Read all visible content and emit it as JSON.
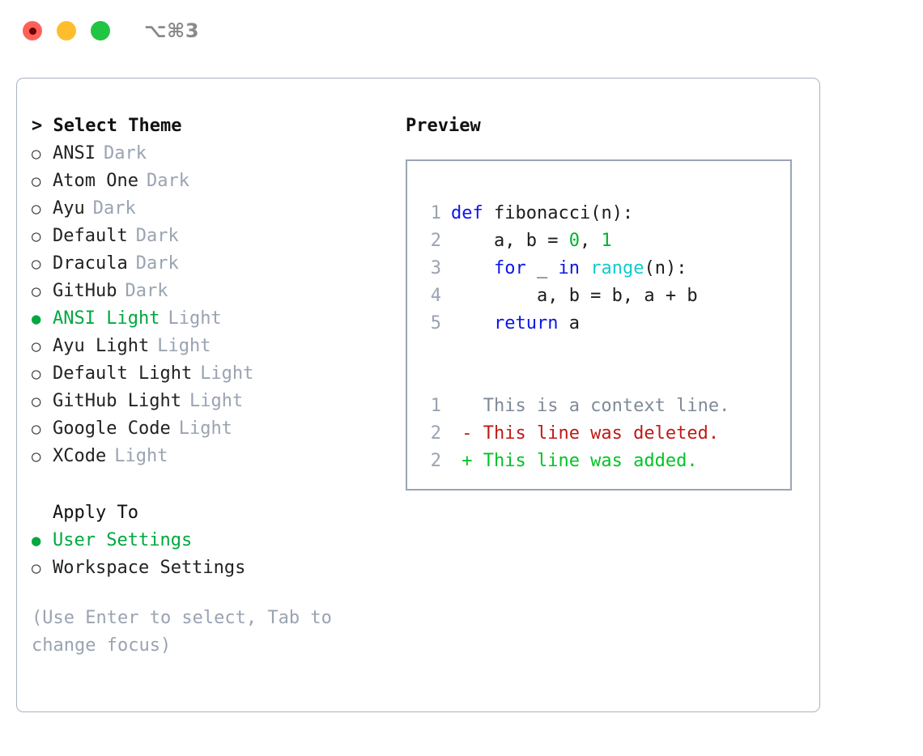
{
  "window": {
    "shortcut_label": "⌥⌘3",
    "traffic_lights": [
      {
        "name": "close",
        "color": "#ff6159",
        "recording": true
      },
      {
        "name": "minimize",
        "color": "#ffbd2e",
        "recording": false
      },
      {
        "name": "maximize",
        "color": "#22c543",
        "recording": false
      }
    ]
  },
  "colors": {
    "accent_green": "#00a83f",
    "muted": "#9aa3b2",
    "border": "#a9b2c0",
    "code_border": "#9aa5b5",
    "keyword": "#0b16e8",
    "number": "#00b32c",
    "function": "#12cccc",
    "diff_context": "#808a98",
    "diff_deleted": "#c01a16",
    "diff_added": "#00c425"
  },
  "theme_selector": {
    "caret": ">",
    "title": "Select Theme",
    "bullet_unselected": "○",
    "bullet_selected": "●",
    "items": [
      {
        "label": "ANSI",
        "suffix": "Dark",
        "selected": false
      },
      {
        "label": "Atom One",
        "suffix": "Dark",
        "selected": false
      },
      {
        "label": "Ayu",
        "suffix": "Dark",
        "selected": false
      },
      {
        "label": "Default",
        "suffix": "Dark",
        "selected": false
      },
      {
        "label": "Dracula",
        "suffix": "Dark",
        "selected": false
      },
      {
        "label": "GitHub",
        "suffix": "Dark",
        "selected": false
      },
      {
        "label": "ANSI Light",
        "suffix": "Light",
        "selected": true
      },
      {
        "label": "Ayu Light",
        "suffix": "Light",
        "selected": false
      },
      {
        "label": "Default Light",
        "suffix": "Light",
        "selected": false
      },
      {
        "label": "GitHub Light",
        "suffix": "Light",
        "selected": false
      },
      {
        "label": "Google Code",
        "suffix": "Light",
        "selected": false
      },
      {
        "label": "XCode",
        "suffix": "Light",
        "selected": false
      }
    ]
  },
  "apply_to": {
    "title": "Apply To",
    "items": [
      {
        "label": "User Settings",
        "selected": true
      },
      {
        "label": "Workspace Settings",
        "selected": false
      }
    ]
  },
  "hint": "(Use Enter to select, Tab to\nchange focus)",
  "preview": {
    "title": "Preview",
    "code_lines": [
      {
        "number": "1",
        "tokens": [
          {
            "t": "def",
            "c": "kw"
          },
          {
            "t": " fibonacci(n):",
            "c": "pl"
          }
        ]
      },
      {
        "number": "2",
        "tokens": [
          {
            "t": "    a, b = ",
            "c": "pl"
          },
          {
            "t": "0",
            "c": "num"
          },
          {
            "t": ", ",
            "c": "pl"
          },
          {
            "t": "1",
            "c": "num"
          }
        ]
      },
      {
        "number": "3",
        "tokens": [
          {
            "t": "    ",
            "c": "pl"
          },
          {
            "t": "for",
            "c": "kw"
          },
          {
            "t": " _ ",
            "c": "pl"
          },
          {
            "t": "in",
            "c": "kw"
          },
          {
            "t": " ",
            "c": "pl"
          },
          {
            "t": "range",
            "c": "fn"
          },
          {
            "t": "(n):",
            "c": "pl"
          }
        ]
      },
      {
        "number": "4",
        "tokens": [
          {
            "t": "        a, b = b, a + b",
            "c": "pl"
          }
        ]
      },
      {
        "number": "5",
        "tokens": [
          {
            "t": "    ",
            "c": "pl"
          },
          {
            "t": "return",
            "c": "kw"
          },
          {
            "t": " a",
            "c": "pl"
          }
        ]
      }
    ],
    "diff_lines": [
      {
        "number": "1",
        "marker": " ",
        "text": " This is a context line.",
        "kind": "context"
      },
      {
        "number": "2",
        "marker": "-",
        "text": " This line was deleted.",
        "kind": "deleted"
      },
      {
        "number": "2",
        "marker": "+",
        "text": " This line was added.",
        "kind": "added"
      }
    ]
  }
}
